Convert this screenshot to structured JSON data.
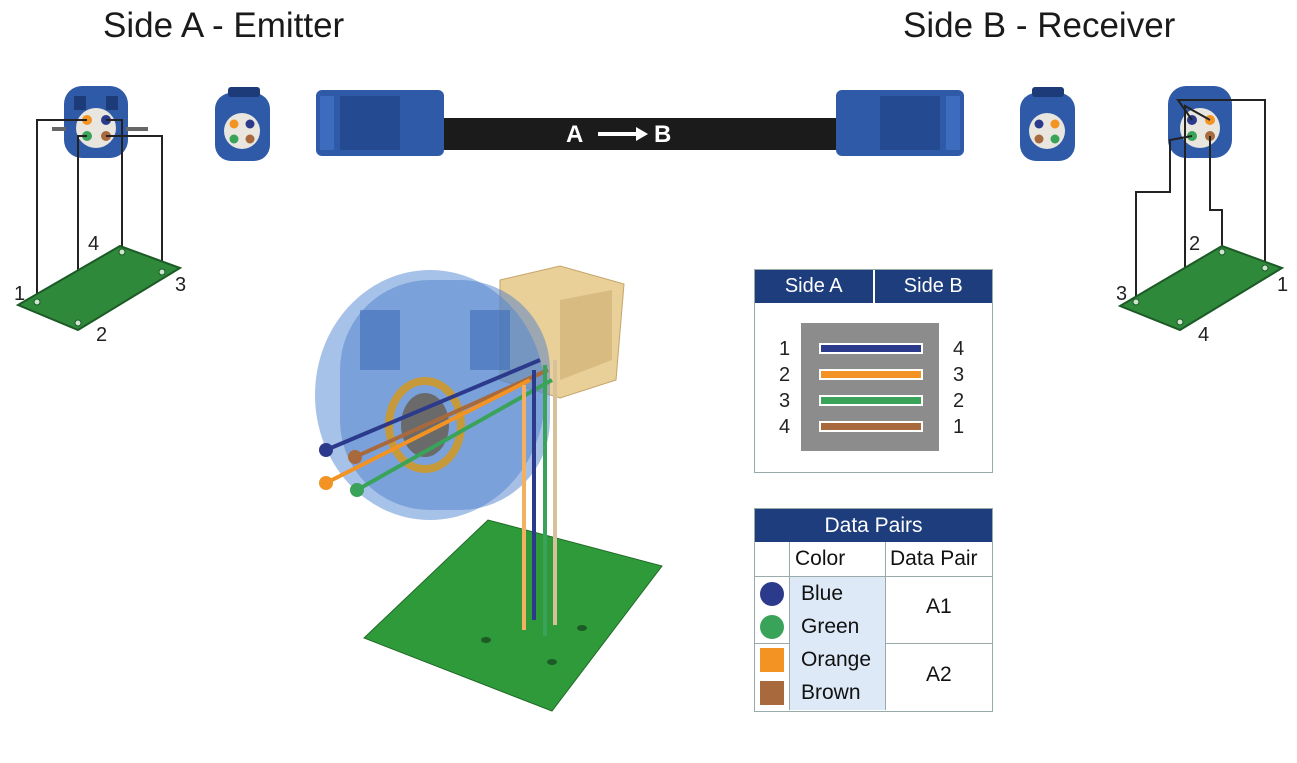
{
  "titles": {
    "side_a": "Side A - Emitter",
    "side_b": "Side B - Receiver"
  },
  "cable": {
    "label_a": "A",
    "label_b": "B"
  },
  "left_board_pins": [
    "1",
    "2",
    "3",
    "4"
  ],
  "right_board_pins": [
    "1",
    "2",
    "3",
    "4"
  ],
  "mapping_table": {
    "headers": [
      "Side A",
      "Side B"
    ],
    "rows": [
      {
        "a": "1",
        "b": "4",
        "color": "#2c3a8c"
      },
      {
        "a": "2",
        "b": "3",
        "color": "#f39323"
      },
      {
        "a": "3",
        "b": "2",
        "color": "#3aa35a"
      },
      {
        "a": "4",
        "b": "1",
        "color": "#a86a3c"
      }
    ]
  },
  "data_pairs": {
    "title": "Data Pairs",
    "col_color": "Color",
    "col_pair": "Data Pair",
    "rows": [
      {
        "color_name": "Blue",
        "swatch": "#2c3a8c",
        "shape": "circle"
      },
      {
        "color_name": "Green",
        "swatch": "#3aa35a",
        "shape": "circle"
      },
      {
        "color_name": "Orange",
        "swatch": "#f39323",
        "shape": "square"
      },
      {
        "color_name": "Brown",
        "swatch": "#a86a3c",
        "shape": "square"
      }
    ],
    "pairs": [
      "A1",
      "A2"
    ]
  },
  "colors": {
    "connector_blue": "#2f5aa8",
    "board_green": "#2e8a3a",
    "header_navy": "#1d3d7c",
    "cable_black": "#1b1b1b"
  }
}
